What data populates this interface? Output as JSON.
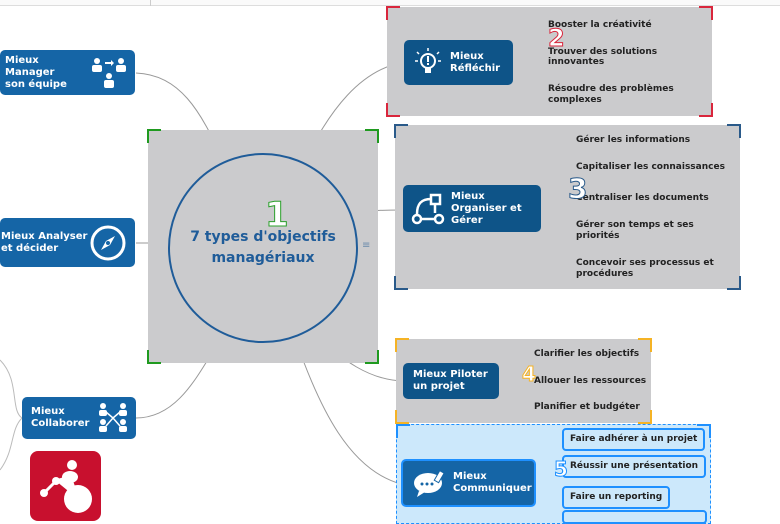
{
  "central": {
    "title_line1": "7 types d'objectifs",
    "title_line2": "managériaux",
    "step": "1",
    "menu_icon": "≡"
  },
  "left_nodes": [
    {
      "line1": "Mieux Manager",
      "line2": "son équipe",
      "icon": "team-icon"
    },
    {
      "line1": "Mieux Analyser",
      "line2": "et décider",
      "icon": "compass-icon"
    },
    {
      "line1": "Mieux",
      "line2": "Collaborer",
      "icon": "network-people-icon"
    }
  ],
  "groups": {
    "reflechir": {
      "line1": "Mieux",
      "line2": "Réfléchir",
      "step": "2",
      "color": "#d9263c",
      "subs": [
        "Booster la créativité",
        "Trouver des solutions",
        "innovantes",
        "Résoudre des problèmes",
        "complexes"
      ]
    },
    "organiser": {
      "line1": "Mieux",
      "line2": "Organiser et",
      "line3": "Gérer",
      "step": "3",
      "color": "#2a5a8a",
      "subs": [
        "Gérer les informations",
        "Capitaliser les connaissances",
        "Centraliser les documents",
        "Gérer son temps et ses",
        "priorités",
        "Concevoir ses processus et",
        "procédures"
      ]
    },
    "piloter": {
      "line1": "Mieux Piloter",
      "line2": "un projet",
      "step": "4",
      "color": "#f5b325",
      "subs": [
        "Clarifier les objectifs",
        "Allouer les ressources",
        "Planifier et budgéter"
      ]
    },
    "communiquer": {
      "line1": "Mieux",
      "line2": "Communiquer",
      "step": "5",
      "color": "#1e90ff",
      "subs": [
        "Faire adhérer à un projet",
        "Réussir une présentation",
        "Faire un reporting"
      ]
    }
  },
  "colors": {
    "node": "#1565a6",
    "selection_bg": "#cbcbcd",
    "central_text": "#1f5c99",
    "logo": "#c8102e"
  }
}
